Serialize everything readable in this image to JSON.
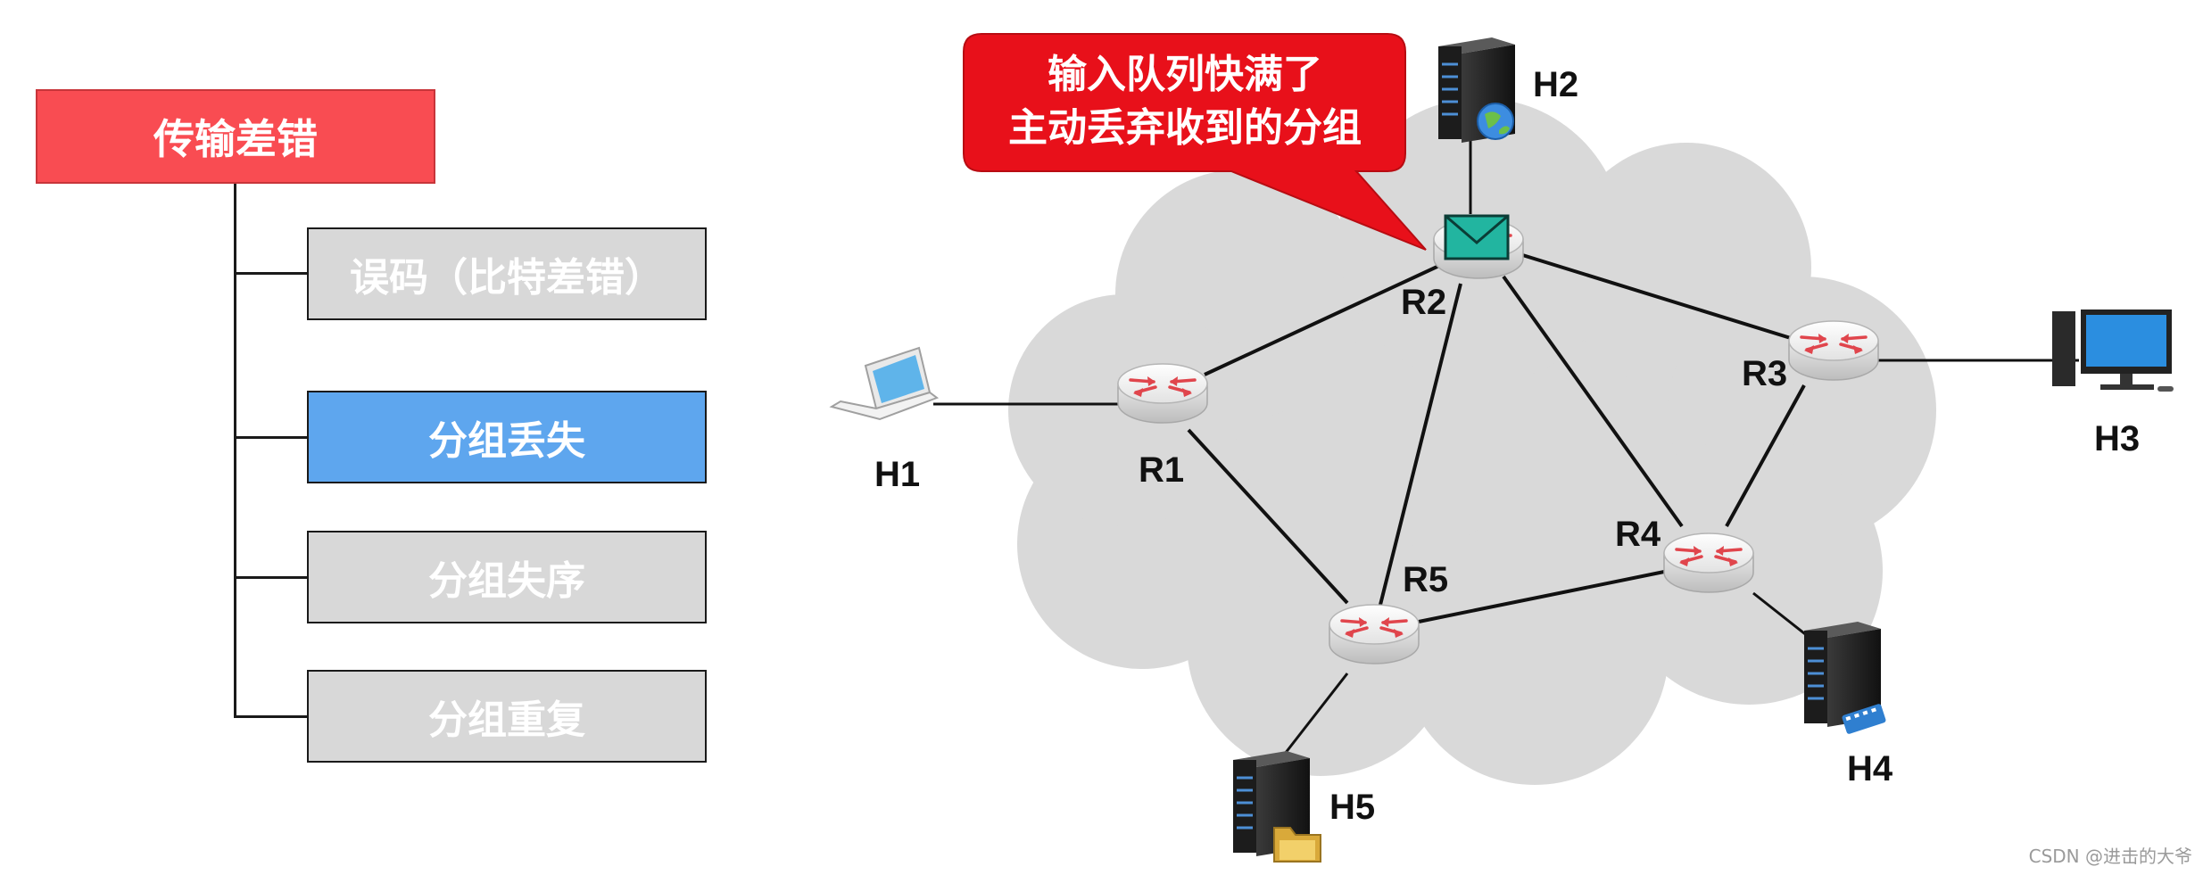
{
  "tree": {
    "root": "传输差错",
    "children": [
      {
        "label": "误码（比特差错）",
        "active": false
      },
      {
        "label": "分组丢失",
        "active": true
      },
      {
        "label": "分组失序",
        "active": false
      },
      {
        "label": "分组重复",
        "active": false
      }
    ]
  },
  "callout": {
    "line1": "输入队列快满了",
    "line2": "主动丢弃收到的分组"
  },
  "nodes": {
    "routers": [
      "R1",
      "R2",
      "R3",
      "R4",
      "R5"
    ],
    "hosts": [
      "H1",
      "H2",
      "H3",
      "H4",
      "H5"
    ]
  },
  "links": [
    [
      "H1",
      "R1"
    ],
    [
      "R1",
      "R2"
    ],
    [
      "R1",
      "R5"
    ],
    [
      "R2",
      "R5"
    ],
    [
      "R2",
      "R3"
    ],
    [
      "R2",
      "R4"
    ],
    [
      "R3",
      "R4"
    ],
    [
      "R4",
      "R5"
    ],
    [
      "R2",
      "H2"
    ],
    [
      "R3",
      "H3"
    ],
    [
      "R4",
      "H4"
    ],
    [
      "R5",
      "H5"
    ]
  ],
  "colors": {
    "root": "#f94c52",
    "active": "#5ea6ee",
    "inactive": "#d8d8d8",
    "callout": "#e8101a",
    "cloud": "#d9d9d9"
  },
  "watermark": "CSDN @进击的大爷"
}
